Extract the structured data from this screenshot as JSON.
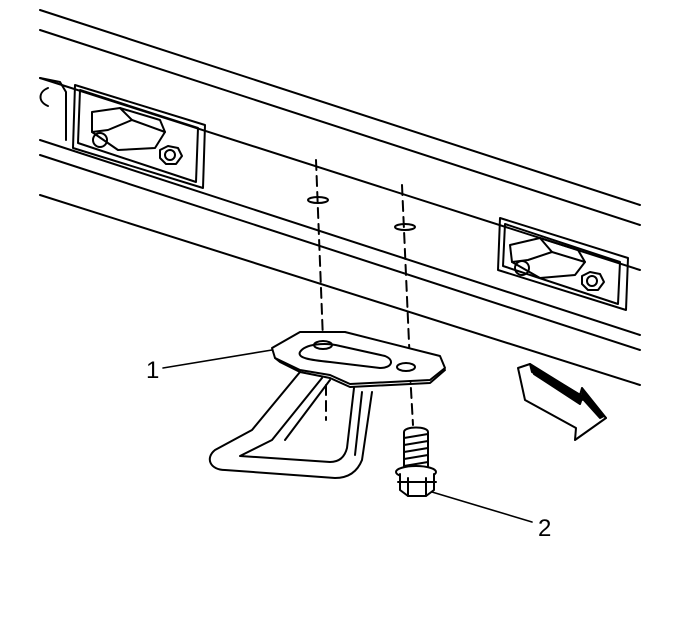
{
  "diagram": {
    "callouts": [
      {
        "id": "1",
        "label": "1"
      },
      {
        "id": "2",
        "label": "2"
      }
    ],
    "colors": {
      "line": "#000000",
      "background": "#ffffff"
    },
    "icons": [
      "direction-arrow-icon",
      "bolt-icon",
      "step-bracket-icon",
      "mounting-bracket-icon"
    ]
  }
}
